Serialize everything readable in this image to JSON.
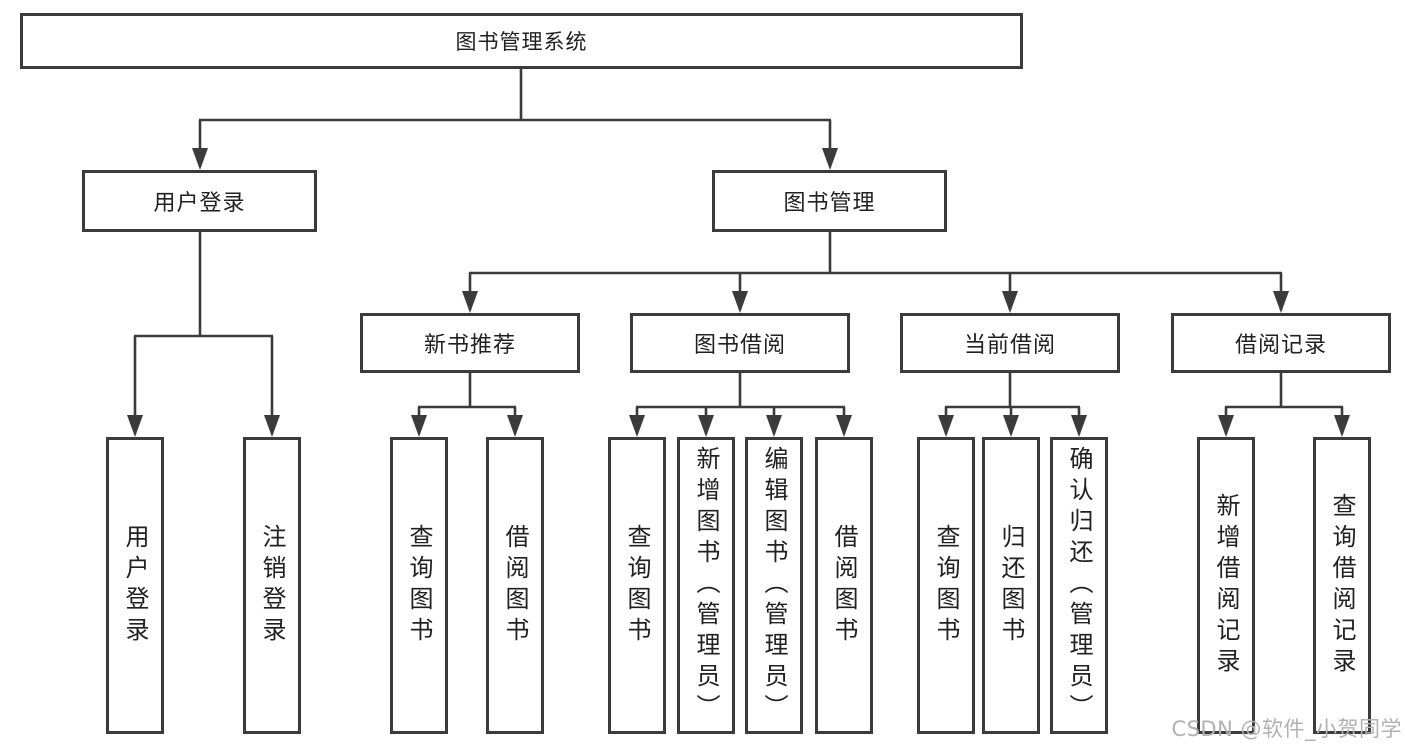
{
  "tree": {
    "label": "图书管理系统",
    "children": [
      {
        "label": "用户登录",
        "children": [
          {
            "label": "用户登录"
          },
          {
            "label": "注销登录"
          }
        ]
      },
      {
        "label": "图书管理",
        "children": [
          {
            "label": "新书推荐",
            "children": [
              {
                "label": "查询图书"
              },
              {
                "label": "借阅图书"
              }
            ]
          },
          {
            "label": "图书借阅",
            "children": [
              {
                "label": "查询图书"
              },
              {
                "label": "新增图书（管理员）"
              },
              {
                "label": "编辑图书（管理员）"
              },
              {
                "label": "借阅图书"
              }
            ]
          },
          {
            "label": "当前借阅",
            "children": [
              {
                "label": "查询图书"
              },
              {
                "label": "归还图书"
              },
              {
                "label": "确认归还（管理员）"
              }
            ]
          },
          {
            "label": "借阅记录",
            "children": [
              {
                "label": "新增借阅记录"
              },
              {
                "label": "查询借阅记录"
              }
            ]
          }
        ]
      }
    ]
  },
  "watermark": {
    "text": "CSDN @软件_小贺同学"
  },
  "colors": {
    "line_and_border": "#3b3b3b",
    "text": "#212121",
    "watermark": "#b2b0b0",
    "background": "#ffffff"
  }
}
